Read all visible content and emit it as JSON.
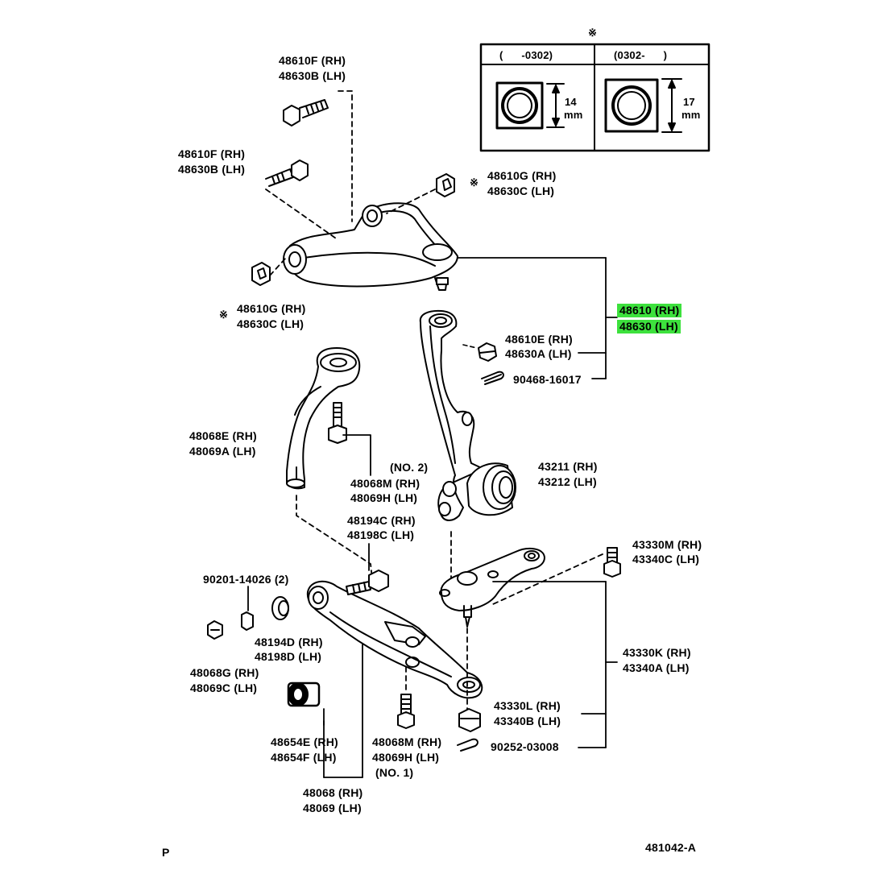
{
  "inset": {
    "asterisk": "※",
    "col1_header": "(      -0302)",
    "col2_header": "(0302-      )",
    "col1_dim_value": "14",
    "col1_dim_unit": "mm",
    "col2_dim_value": "17",
    "col2_dim_unit": "mm"
  },
  "labels": {
    "bolt_top_1": "48610F (RH)",
    "bolt_top_2": "48630B (LH)",
    "bolt_mid_1": "48610F (RH)",
    "bolt_mid_2": "48630B (LH)",
    "cam_right_ast": "※",
    "cam_right_1": "48610G (RH)",
    "cam_right_2": "48630C (LH)",
    "cam_left_ast": "※",
    "cam_left_1": "48610G (RH)",
    "cam_left_2": "48630C (LH)",
    "upper_arm_1": "48610 (RH)",
    "upper_arm_2": "48630 (LH)",
    "nut_1": "48610E (RH)",
    "nut_2": "48630A (LH)",
    "pin_upper": "90468-16017",
    "strut_1": "48068E (RH)",
    "strut_2": "48069A (LH)",
    "bolt_no2_tag": "(NO. 2)",
    "bolt_no2_1": "48068M (RH)",
    "bolt_no2_2": "48069H (LH)",
    "knuckle_1": "43211 (RH)",
    "knuckle_2": "43212 (LH)",
    "bolt_lower_1": "48194C (RH)",
    "bolt_lower_2": "48198C (LH)",
    "washer_1": "90201-14026 (2)",
    "cam_lower_1": "48194D (RH)",
    "cam_lower_2": "48198D (LH)",
    "nut_lower_1": "48068G (RH)",
    "nut_lower_2": "48069C (LH)",
    "bush_1": "48654E (RH)",
    "bush_2": "48654F (LH)",
    "bolt_no1_1": "48068M (RH)",
    "bolt_no1_2": "48069H (LH)",
    "bolt_no1_tag": "(NO. 1)",
    "lower_arm_1": "48068 (RH)",
    "lower_arm_2": "48069 (LH)",
    "ball_bolt_1": "43330M (RH)",
    "ball_bolt_2": "43340C (LH)",
    "ball_joint_1": "43330K (RH)",
    "ball_joint_2": "43340A (LH)",
    "ball_nut_1": "43330L (RH)",
    "ball_nut_2": "43340B (LH)",
    "pin_lower": "90252-03008",
    "corner_left": "P",
    "corner_right": "481042-A"
  },
  "highlight_color": "#3de13d"
}
